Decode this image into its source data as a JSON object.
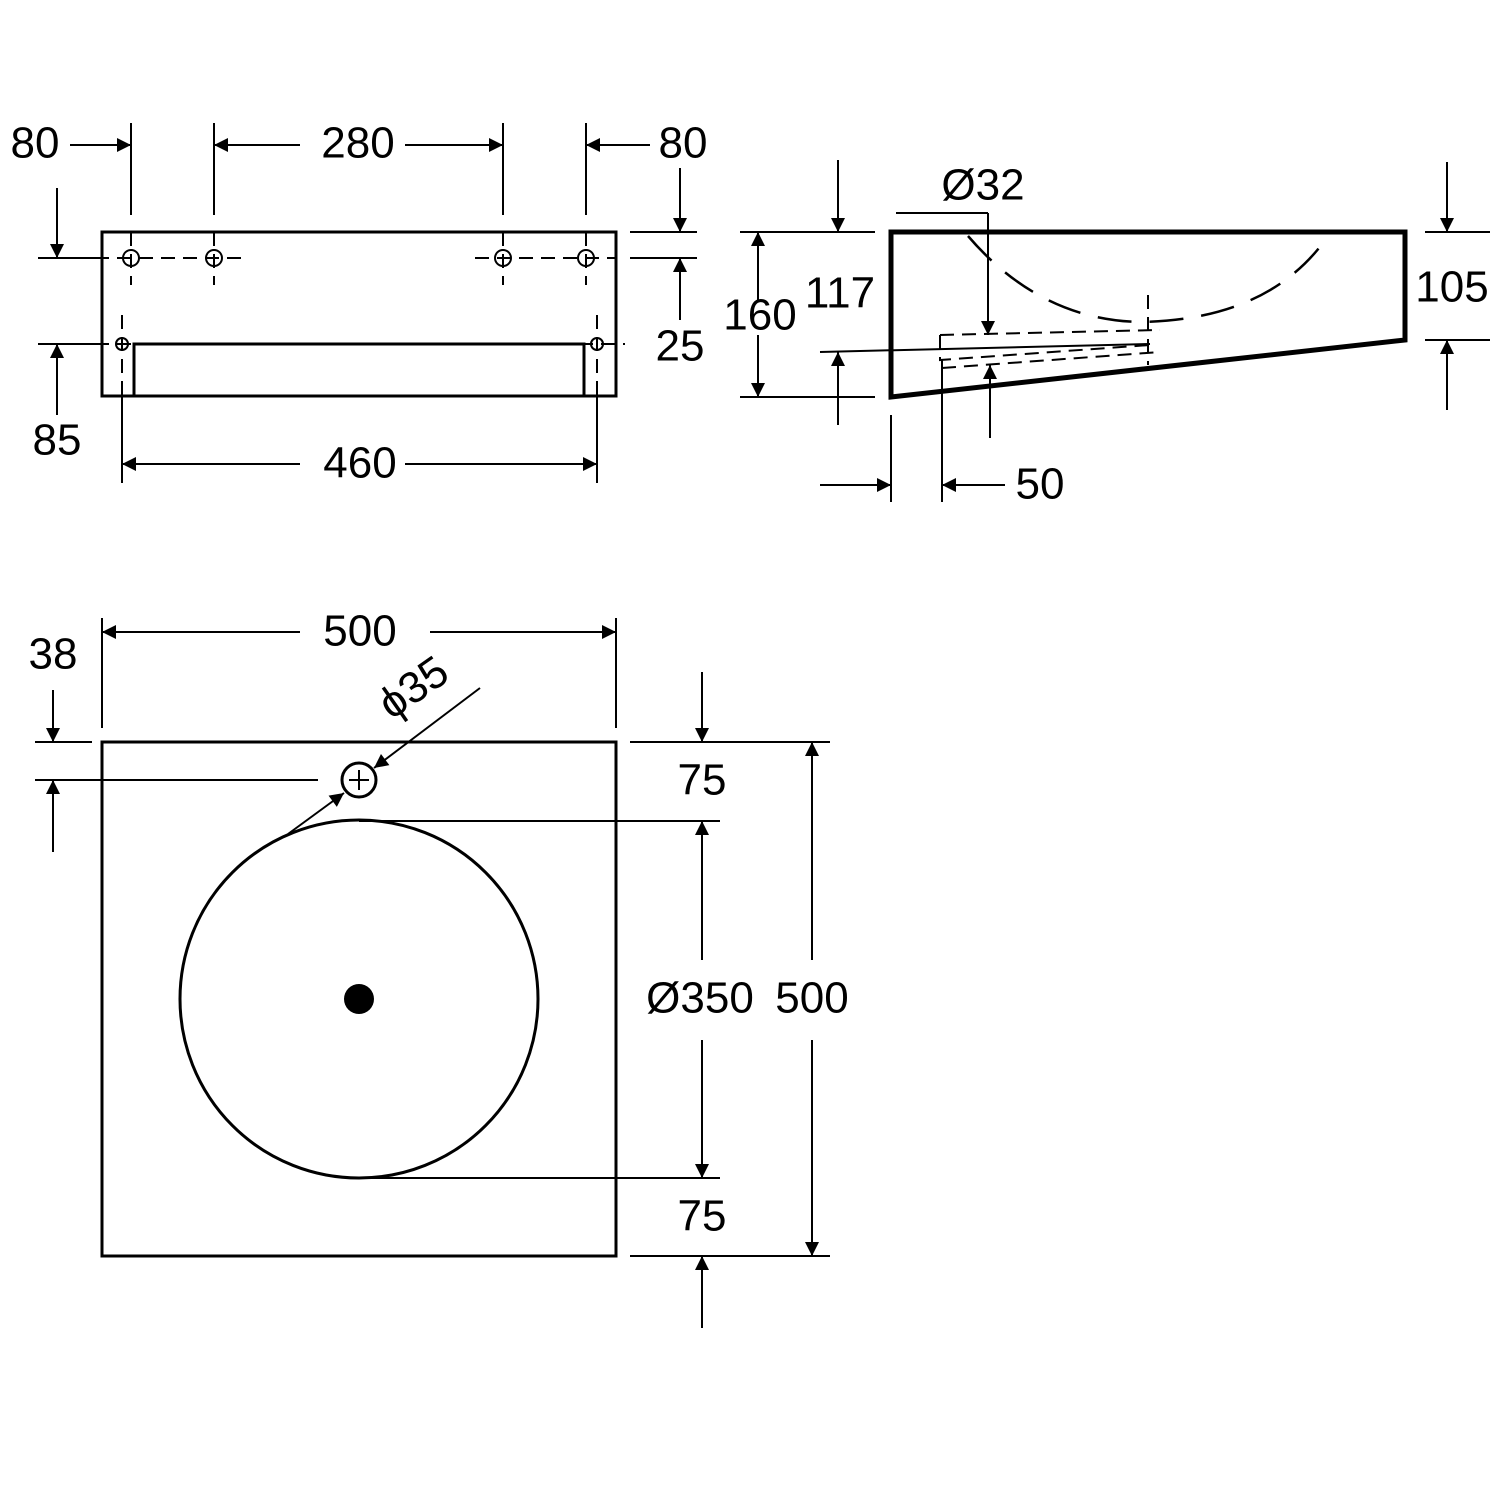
{
  "front_view": {
    "dim_left_80": "80",
    "dim_280": "280",
    "dim_right_80": "80",
    "dim_25": "25",
    "dim_85": "85",
    "dim_460": "460"
  },
  "side_view": {
    "dim_drain_dia": "Ø32",
    "dim_160": "160",
    "dim_117": "117",
    "dim_105": "105",
    "dim_50": "50"
  },
  "top_view": {
    "dim_width_500": "500",
    "dim_38": "38",
    "dim_tap_dia": "ϕ35",
    "dim_top_75": "75",
    "dim_bowl_dia": "Ø350",
    "dim_depth_500": "500",
    "dim_bottom_75": "75"
  }
}
